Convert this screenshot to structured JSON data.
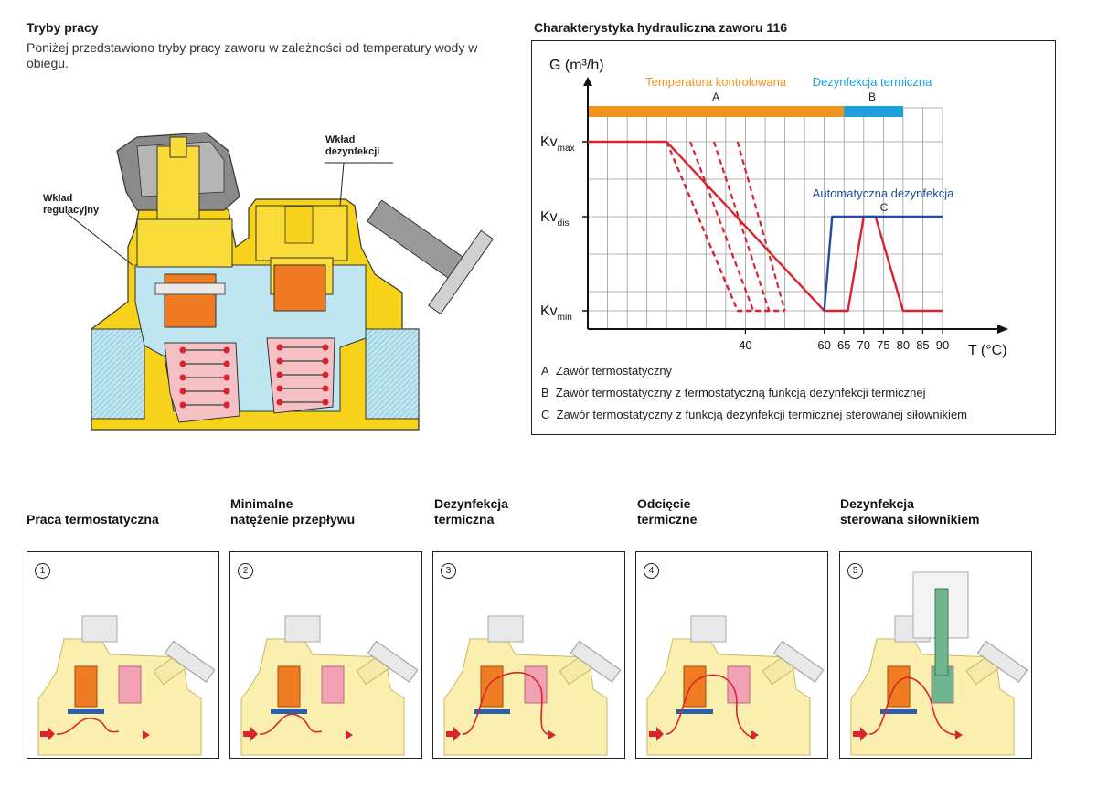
{
  "header": {
    "title": "Tryby pracy",
    "intro": "Poniżej przedstawiono tryby pracy zaworu w zależności od temperatury wody w obiegu."
  },
  "valve_labels": {
    "regulation_insert": "Wkład regulacyjny",
    "disinfection_insert": "Wkład dezynfekcji"
  },
  "chart_title": "Charakterystyka hydrauliczna zaworu 116",
  "chart_data": {
    "type": "line",
    "ylabel": "G (m³/h)",
    "xlabel": "T (°C)",
    "x_ticks": [
      "40",
      "60",
      "65",
      "70",
      "75",
      "80",
      "85",
      "90"
    ],
    "y_ticks": [
      {
        "main": "Kv",
        "sub": "max"
      },
      {
        "main": "Kv",
        "sub": "dis"
      },
      {
        "main": "Kv",
        "sub": "min"
      }
    ],
    "bands": [
      {
        "label": "Temperatura kontrolowana",
        "letter": "A",
        "color": "#f0931e"
      },
      {
        "label": "Dezynfekcja termiczna",
        "letter": "B",
        "color": "#1ea0dc"
      }
    ],
    "annotation": {
      "label": "Automatyczna dezynfekcja",
      "letter": "C",
      "color": "#1f4e9a"
    },
    "series": [
      {
        "style": "solid",
        "color": "#d9242f",
        "points": [
          [
            0,
            "max"
          ],
          [
            20,
            "max"
          ],
          [
            60,
            "min"
          ],
          [
            66,
            "min"
          ],
          [
            70,
            "dis"
          ],
          [
            73,
            "dis"
          ],
          [
            80,
            "min"
          ],
          [
            90,
            "min"
          ]
        ]
      },
      {
        "style": "solid",
        "color": "#1f4e9a",
        "points": [
          [
            60,
            "min"
          ],
          [
            62,
            "dis"
          ],
          [
            90,
            "dis"
          ]
        ]
      },
      {
        "style": "dashed",
        "color": "#d9242f",
        "points": [
          [
            20,
            "max"
          ],
          [
            38,
            "min"
          ],
          [
            50,
            "min"
          ]
        ]
      }
    ]
  },
  "legend": [
    {
      "key": "A",
      "text": "Zawór termostatyczny"
    },
    {
      "key": "B",
      "text": "Zawór termostatyczny z termostatyczną funkcją dezynfekcji termicznej"
    },
    {
      "key": "C",
      "text": "Zawór termostatyczny z funkcją dezynfekcji termicznej sterowanej siłownikiem"
    }
  ],
  "modes": [
    {
      "number": "1",
      "title": "Praca termostatyczna"
    },
    {
      "number": "2",
      "title": "Minimalne\nnatężenie przepływu"
    },
    {
      "number": "3",
      "title": "Dezynfekcja\ntermiczna"
    },
    {
      "number": "4",
      "title": "Odcięcie\ntermiczne"
    },
    {
      "number": "5",
      "title": "Dezynfekcja\nsterowana siłownikiem"
    }
  ],
  "colors": {
    "brass": "#f6d21a",
    "water": "#bfe6f0",
    "orange_part": "#ef7c22",
    "spring_red": "#d9242f",
    "grey_cap": "#8a8a8a"
  }
}
